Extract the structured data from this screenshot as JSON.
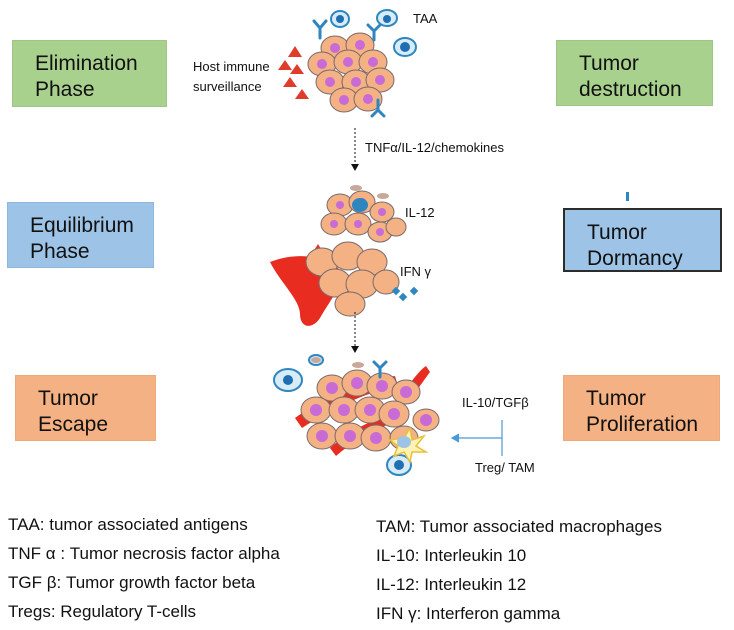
{
  "boxes": {
    "elimination": "Elimination\nPhase",
    "destruction": "Tumor\ndestruction",
    "equilibrium": "Equilibrium\nPhase",
    "dormancy": "Tumor\nDormancy",
    "escape": "Tumor\nEscape",
    "proliferation": "Tumor\nProliferation"
  },
  "labels": {
    "taa": "TAA",
    "host": "Host immune\nsurveillance",
    "tnf": "TNFα/IL-12/chemokines",
    "il12": "IL-12",
    "ifn": "IFN γ",
    "il10": "IL-10/TGFβ",
    "treg": "Treg/ TAM"
  },
  "legend_left": [
    "TAA: tumor associated antigens",
    "TNF α : Tumor necrosis factor alpha",
    "TGF β: Tumor growth factor beta",
    "Tregs: Regulatory T-cells"
  ],
  "legend_right": [
    "TAM: Tumor associated macrophages",
    "IL-10: Interleukin 10",
    "IL-12: Interleukin 12",
    "IFN γ: Interferon gamma"
  ],
  "colors": {
    "green_box": "#a9d18e",
    "blue_box": "#9dc3e6",
    "orange_box": "#f4b183",
    "tumor_cell": "#f4b183",
    "nucleus": "#c86bd6",
    "antibody": "#2e86c1",
    "red_triangle": "#e03c2c",
    "red_blob": "#e82c20"
  }
}
